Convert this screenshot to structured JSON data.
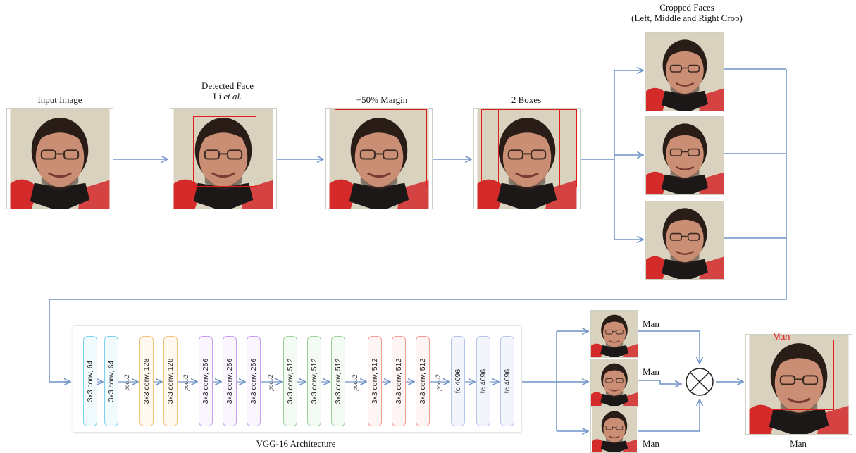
{
  "labels": {
    "input_image": "Input Image",
    "detected_face": "Detected Face",
    "detected_face_citation_prefix": "Li ",
    "detected_face_citation_italic": "et al.",
    "margin": "+50% Margin",
    "two_boxes": "2 Boxes",
    "cropped_faces_line1": "Cropped Faces",
    "cropped_faces_line2": "(Left, Middle and Right Crop)",
    "vgg_caption": "VGG-16 Architecture",
    "prediction_1": "Man",
    "prediction_2": "Man",
    "prediction_3": "Man",
    "final_box_label": "Man",
    "final_caption": "Man"
  },
  "vgg_layers": [
    {
      "text": "3x3 conv, 64",
      "color": "#7ad3ee",
      "fill": "#f1fbfe"
    },
    {
      "text": "3x3 conv, 64",
      "color": "#7ad3ee",
      "fill": "#f1fbfe"
    },
    {
      "text": "3x3 conv, 128",
      "color": "#f7c27c",
      "fill": "#fff9f0"
    },
    {
      "text": "3x3 conv, 128",
      "color": "#f7c27c",
      "fill": "#fff9f0"
    },
    {
      "text": "3x3 conv, 256",
      "color": "#c49ef0",
      "fill": "#faf5ff"
    },
    {
      "text": "3x3 conv, 256",
      "color": "#c49ef0",
      "fill": "#faf5ff"
    },
    {
      "text": "3x3 conv, 256",
      "color": "#c49ef0",
      "fill": "#faf5ff"
    },
    {
      "text": "3x3 conv, 512",
      "color": "#98d39a",
      "fill": "#f4fbf4"
    },
    {
      "text": "3x3 conv, 512",
      "color": "#98d39a",
      "fill": "#f4fbf4"
    },
    {
      "text": "3x3 conv, 512",
      "color": "#98d39a",
      "fill": "#f4fbf4"
    },
    {
      "text": "3x3 conv, 512",
      "color": "#f39a92",
      "fill": "#fff5f4"
    },
    {
      "text": "3x3 conv, 512",
      "color": "#f39a92",
      "fill": "#fff5f4"
    },
    {
      "text": "3x3 conv, 512",
      "color": "#f39a92",
      "fill": "#fff5f4"
    },
    {
      "text": "fc 4096",
      "color": "#b6c4ee",
      "fill": "#f3f5fd"
    },
    {
      "text": "fc 4096",
      "color": "#b6c4ee",
      "fill": "#f3f5fd"
    },
    {
      "text": "fc 4096",
      "color": "#b6c4ee",
      "fill": "#f3f5fd"
    }
  ],
  "pool_label": "pool/2",
  "colors": {
    "arrow": "#6f94c8",
    "box": "#e21b1b",
    "background_photo": "#d9d3bf",
    "skin": "#c98e74",
    "hair": "#2a1d17"
  }
}
